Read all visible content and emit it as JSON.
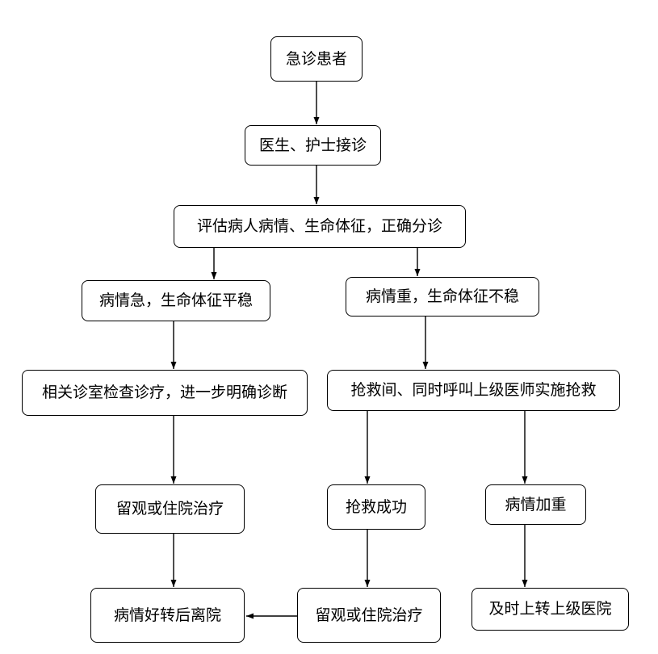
{
  "flowchart": {
    "nodes": {
      "emergency_patient": "急诊患者",
      "reception": "医生、护士接诊",
      "assessment": "评估病人病情、生命体征，正确分诊",
      "urgent_stable": "病情急，生命体征平稳",
      "critical_unstable": "病情重，生命体征不稳",
      "exam_diagnosis": "相关诊室检查诊疗，进一步明确诊断",
      "rescue_room": "抢救间、同时呼叫上级医师实施抢救",
      "observe_left": "留观或住院治疗",
      "rescue_success": "抢救成功",
      "worsened": "病情加重",
      "discharge": "病情好转后离院",
      "observe_right": "留观或住院治疗",
      "transfer": "及时上转上级医院"
    },
    "colors": {
      "line": "#000000",
      "box_border": "#000000",
      "box_fill": "#ffffff",
      "text": "#000000"
    }
  }
}
